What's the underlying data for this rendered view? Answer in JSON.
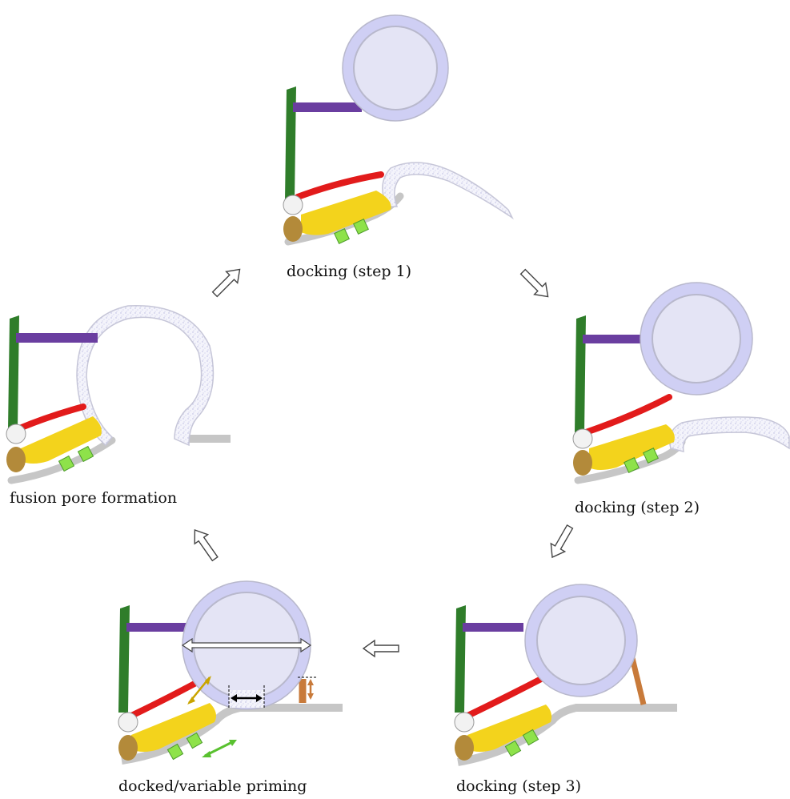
{
  "panels": {
    "step1": {
      "label": "docking (step 1)"
    },
    "step2": {
      "label": "docking (step 2)"
    },
    "step3": {
      "label": "docking (step 3)"
    },
    "primed": {
      "label": "docked/variable priming"
    },
    "pore": {
      "label": "fusion pore formation"
    }
  },
  "colors": {
    "vesicle_ring": "#cfcff4",
    "vesicle_core": "#e4e4f5",
    "vesicle_edge": "#b8b8cc",
    "green_post": "#2f7d2a",
    "purple_link": "#6a3ea0",
    "red_strand": "#e21b1b",
    "yellow_wedge": "#f3d31c",
    "bead_white": "#f2f2f2",
    "bead_brown": "#b38a3a",
    "membrane_gray": "#c6c6c6",
    "green_box": "#8ee24a",
    "tether_orange": "#c87a3a",
    "arrow_outline": "#444444"
  }
}
